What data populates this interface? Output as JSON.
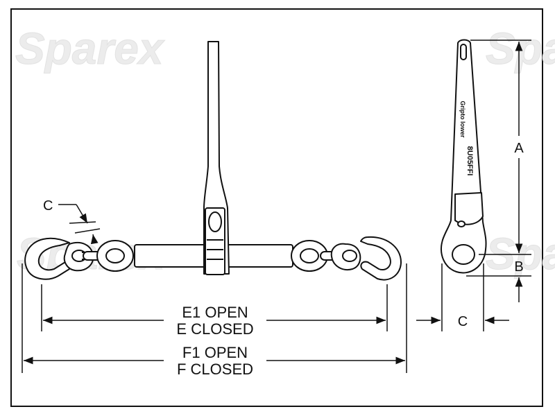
{
  "watermark": {
    "text": "Sparex",
    "color": "#ececec"
  },
  "dimensions": {
    "a": "A",
    "b": "B",
    "c_side": "C",
    "c_front": "C",
    "e_open": "E1 OPEN",
    "e_closed": "E CLOSED",
    "f_open": "F1 OPEN",
    "f_closed": "F CLOSED"
  },
  "handle_text": {
    "line1": "8U05FFI",
    "line2": "Gripto lower"
  }
}
